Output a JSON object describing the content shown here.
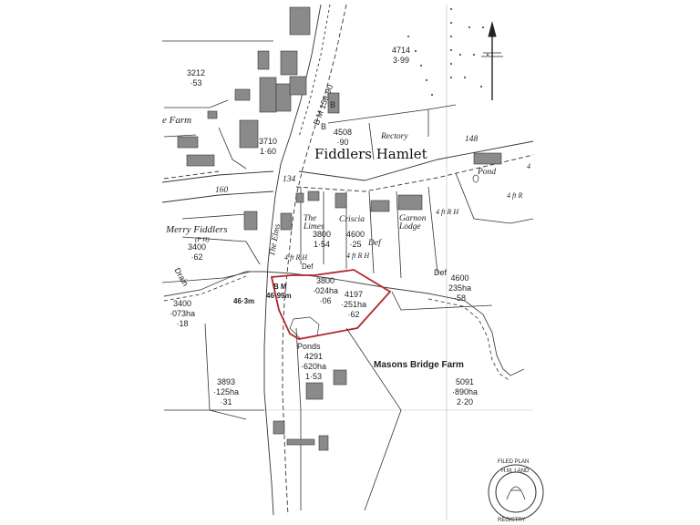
{
  "place_name": "Fiddlers Hamlet",
  "farm_name": "Masons Bridge Farm",
  "parcels": [
    {
      "id": "4714",
      "area": "3·99"
    },
    {
      "id": "3212",
      "area": "·53"
    },
    {
      "id": "3710",
      "area": "1·60"
    },
    {
      "id": "4508",
      "area": "·90"
    },
    {
      "id": "3400",
      "area": "·62"
    },
    {
      "id": "3800",
      "area": "1·54"
    },
    {
      "id": "4600",
      "area": "·25"
    },
    {
      "id": "3800",
      "ha": "·024ha",
      "area": "·06"
    },
    {
      "id": "4197",
      "ha": "·251ha",
      "area": "·62"
    },
    {
      "id": "3400",
      "ha": "·073ha",
      "area": "·18"
    },
    {
      "id": "4600",
      "ha": "235ha",
      "area": "·58"
    },
    {
      "id": "4291",
      "ha": "·620ha",
      "area": "1·53"
    },
    {
      "id": "3893",
      "ha": "·125ha",
      "area": "·31"
    },
    {
      "id": "5091",
      "ha": "·890ha",
      "area": "2·20"
    }
  ],
  "labels": {
    "farm_partial": "e Farm",
    "rectory": "Rectory",
    "pond": "Pond",
    "merry_fiddlers": "Merry Fiddlers",
    "ph": "(P H)",
    "drain": "Drain",
    "the_elms": "The Elms",
    "the_limes": "The Limes",
    "criscia": "Criscia",
    "garnon_lodge": "Garnon Lodge",
    "def1": "Def",
    "def2": "Def",
    "def3": "Def",
    "ponds": "Ponds",
    "bm_road": "B M 158·90",
    "bm_main": "B M",
    "bm_height": "46·99m",
    "spot_height": "46·3m",
    "num_148": "148",
    "num_160": "160",
    "num_134": "134",
    "num_b1": "B",
    "num_b2": "B",
    "rh1": "4 ft R H",
    "rh2": "4 ft R H",
    "rh3": "4 ft R H",
    "rh4": "4 ft R",
    "num_4": "4"
  },
  "stamp": {
    "top_text": "FILED PLAN",
    "middle_text": "H.M. LAND",
    "bottom_text": "REGISTRY"
  },
  "colors": {
    "ink": "#222222",
    "building": "#8a8a8a",
    "boundary_red": "#b0282b",
    "paper": "#ffffff"
  }
}
